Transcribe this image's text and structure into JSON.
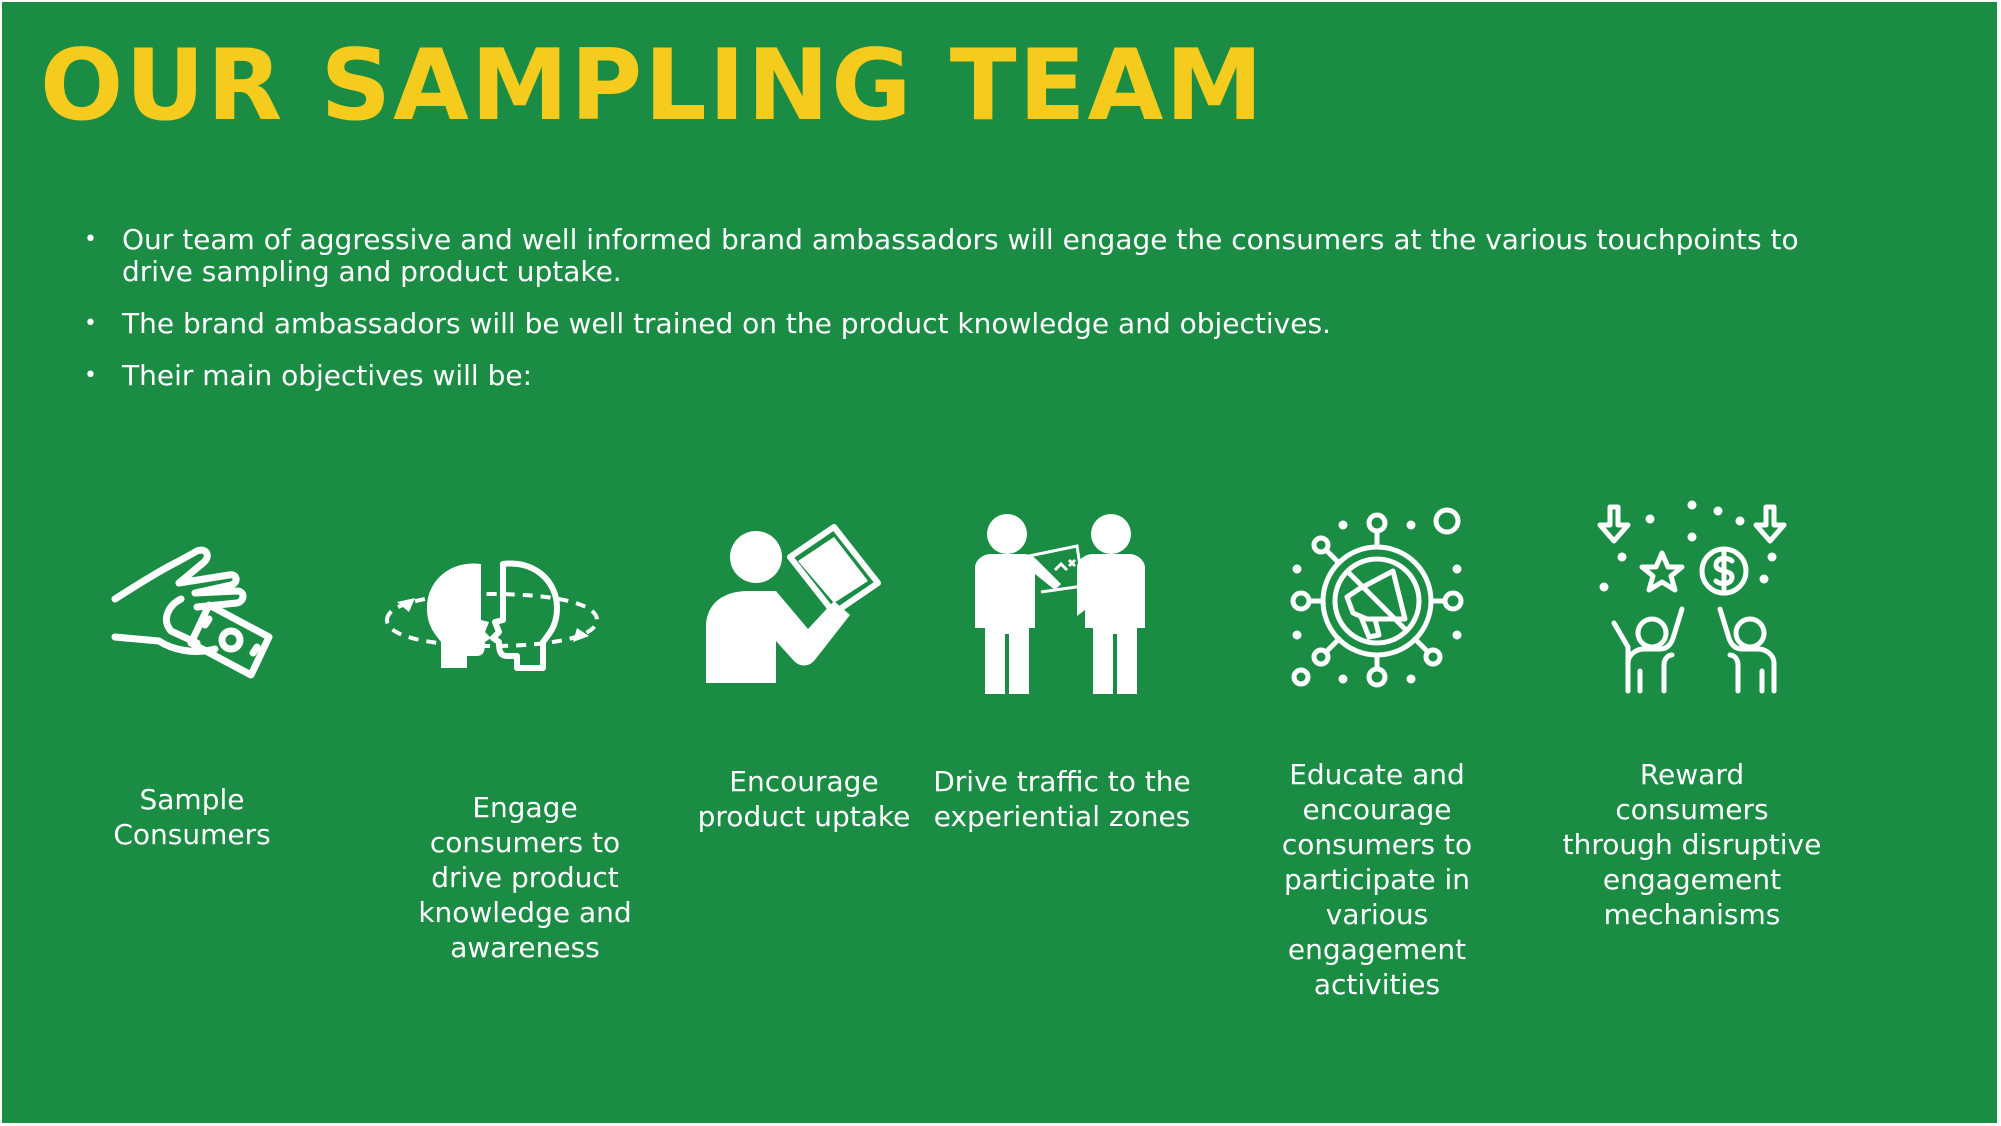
{
  "slide": {
    "title": "OUR SAMPLING TEAM",
    "background_color": "#1a8c43",
    "title_color": "#f5cb1d",
    "bullets": [
      "Our team of aggressive and well  informed brand ambassadors will engage the consumers at the various touchpoints to drive sampling and product uptake.",
      "The brand ambassadors will be well trained on the product knowledge and objectives.",
      "Their main objectives will be:"
    ],
    "bullet_glyph": "•",
    "objectives": [
      {
        "icon": "hand-cash-icon",
        "label": "Sample Consumers"
      },
      {
        "icon": "two-heads-exchange-icon",
        "label": "Engage consumers to drive product knowledge and awareness"
      },
      {
        "icon": "person-reading-icon",
        "label": "Encourage product uptake"
      },
      {
        "icon": "two-people-presentation-icon",
        "label": "Drive traffic to the experiential zones"
      },
      {
        "icon": "megaphone-network-icon",
        "label": "Educate and encourage consumers to participate in various engagement activities"
      },
      {
        "icon": "people-celebrating-rewards-icon",
        "label": "Reward consumers through disruptive engagement mechanisms"
      }
    ]
  }
}
